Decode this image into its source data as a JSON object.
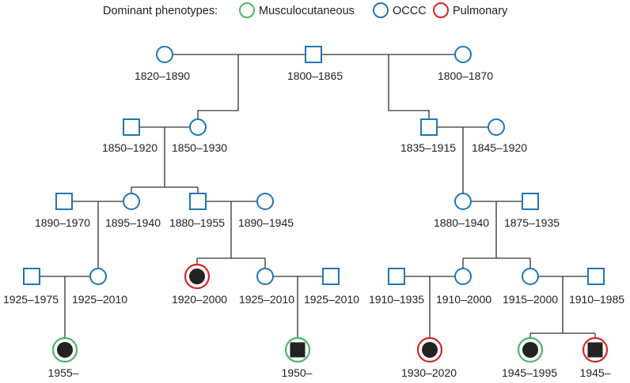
{
  "legend": {
    "title": "Dominant phenotypes:",
    "items": [
      {
        "label": "Musculocutaneous",
        "color": "#4ab866"
      },
      {
        "label": "OCCC",
        "color": "#1f77b4"
      },
      {
        "label": "Pulmonary",
        "color": "#d62728"
      }
    ]
  },
  "colors": {
    "symbol": "#1f77b4",
    "line": "#333333",
    "affected_fill": "#222222"
  },
  "individuals": [
    {
      "id": "g1a",
      "sex": "female",
      "dates": "1820–1890"
    },
    {
      "id": "g1b",
      "sex": "male",
      "dates": "1800–1865"
    },
    {
      "id": "g1c",
      "sex": "female",
      "dates": "1800–1870"
    },
    {
      "id": "g2a",
      "sex": "male",
      "dates": "1850–1920"
    },
    {
      "id": "g2b",
      "sex": "female",
      "dates": "1850–1930"
    },
    {
      "id": "g2c",
      "sex": "male",
      "dates": "1835–1915"
    },
    {
      "id": "g2d",
      "sex": "female",
      "dates": "1845–1920"
    },
    {
      "id": "g3a",
      "sex": "male",
      "dates": "1890–1970"
    },
    {
      "id": "g3b",
      "sex": "female",
      "dates": "1895–1940"
    },
    {
      "id": "g3c",
      "sex": "male",
      "dates": "1880–1955"
    },
    {
      "id": "g3d",
      "sex": "female",
      "dates": "1890–1945"
    },
    {
      "id": "g3e",
      "sex": "female",
      "dates": "1880–1940"
    },
    {
      "id": "g3f",
      "sex": "male",
      "dates": "1875–1935"
    },
    {
      "id": "g4a",
      "sex": "male",
      "dates": "1925–1975"
    },
    {
      "id": "g4b",
      "sex": "female",
      "dates": "1925–2010"
    },
    {
      "id": "g4c",
      "sex": "female",
      "dates": "1920–2000",
      "affected": true,
      "phenotype": "Pulmonary"
    },
    {
      "id": "g4d",
      "sex": "female",
      "dates": "1925–2010"
    },
    {
      "id": "g4e",
      "sex": "male",
      "dates": "1925–2010"
    },
    {
      "id": "g4f",
      "sex": "male",
      "dates": "1910–1935"
    },
    {
      "id": "g4g",
      "sex": "female",
      "dates": "1910–2000"
    },
    {
      "id": "g4h",
      "sex": "female",
      "dates": "1915–2000"
    },
    {
      "id": "g4i",
      "sex": "male",
      "dates": "1910–1985"
    },
    {
      "id": "g5a",
      "sex": "female",
      "dates": "1955–",
      "affected": true,
      "phenotype": "Musculocutaneous"
    },
    {
      "id": "g5b",
      "sex": "male",
      "dates": "1950–",
      "affected": true,
      "phenotype": "Musculocutaneous"
    },
    {
      "id": "g5c",
      "sex": "female",
      "dates": "1930–2020",
      "affected": true,
      "phenotype": "Pulmonary"
    },
    {
      "id": "g5d",
      "sex": "female",
      "dates": "1945–1995",
      "affected": true,
      "phenotype": "Musculocutaneous"
    },
    {
      "id": "g5e",
      "sex": "male",
      "dates": "1945–",
      "affected": true,
      "phenotype": "Pulmonary"
    }
  ]
}
